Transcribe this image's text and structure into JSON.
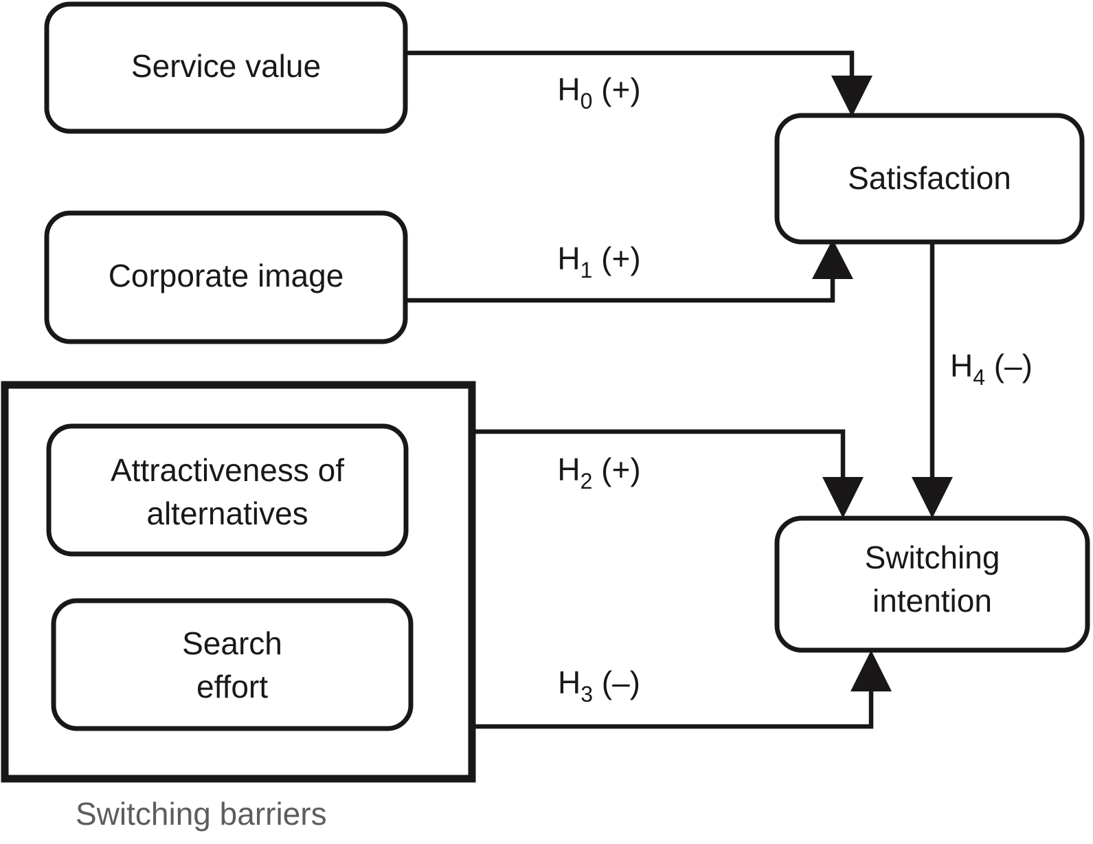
{
  "diagram": {
    "title_caption": "Switching barriers",
    "colors": {
      "stroke": "#1a1718",
      "caption": "#5d5d5d",
      "background": "#ffffff"
    },
    "nodes": [
      {
        "id": "service-value",
        "label": "Service value"
      },
      {
        "id": "corporate-image",
        "label": "Corporate image"
      },
      {
        "id": "attractiveness-of-alternatives",
        "label_line1": "Attractiveness of",
        "label_line2": "alternatives"
      },
      {
        "id": "search-effort",
        "label_line1": "Search",
        "label_line2": "effort"
      },
      {
        "id": "satisfaction",
        "label": "Satisfaction"
      },
      {
        "id": "switching-intention",
        "label_line1": "Switching",
        "label_line2": "intention"
      }
    ],
    "hypotheses": [
      {
        "id": "h0",
        "prefix": "H",
        "subscript": "0",
        "sign": "(+)",
        "from": "service-value",
        "to": "satisfaction"
      },
      {
        "id": "h1",
        "prefix": "H",
        "subscript": "1",
        "sign": "(+)",
        "from": "corporate-image",
        "to": "satisfaction"
      },
      {
        "id": "h2",
        "prefix": "H",
        "subscript": "2",
        "sign": "(+)",
        "from": "switching-barriers",
        "to": "switching-intention"
      },
      {
        "id": "h3",
        "prefix": "H",
        "subscript": "3",
        "sign": "(–)",
        "from": "switching-barriers",
        "to": "switching-intention"
      },
      {
        "id": "h4",
        "prefix": "H",
        "subscript": "4",
        "sign": "(–)",
        "from": "satisfaction",
        "to": "switching-intention"
      }
    ]
  }
}
